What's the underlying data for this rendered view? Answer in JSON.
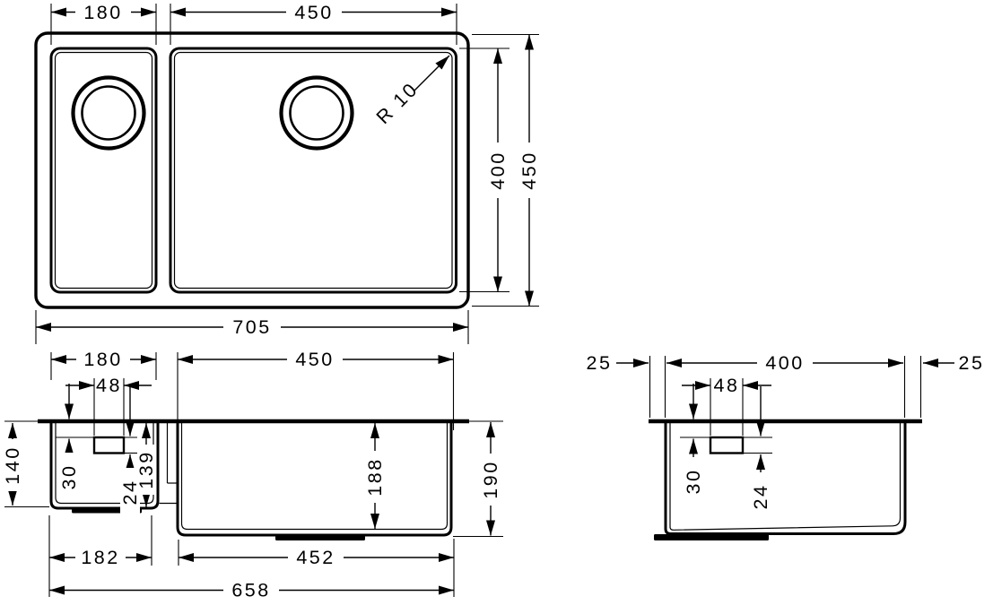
{
  "top_view": {
    "left_bowl_width": "180",
    "right_bowl_width": "450",
    "corner_radius": "R 10",
    "bowl_depth_inner": "400",
    "overall_depth": "450",
    "overall_width": "705"
  },
  "front_view": {
    "left_bowl_width": "180",
    "right_bowl_width": "450",
    "overflow_width": "48",
    "overflow_top_offset": "30",
    "overflow_height": "24",
    "left_bowl_inner_depth": "139",
    "left_bowl_height": "140",
    "right_bowl_inner_depth": "188",
    "right_bowl_height": "190",
    "left_bowl_bottom_width": "182",
    "right_bowl_bottom_width": "452",
    "overall_bottom_width": "658"
  },
  "side_view": {
    "rim_overhang_left": "25",
    "bowl_front_to_back": "400",
    "rim_overhang_right": "25",
    "overflow_width": "48",
    "overflow_top_offset": "30",
    "overflow_height": "24"
  }
}
